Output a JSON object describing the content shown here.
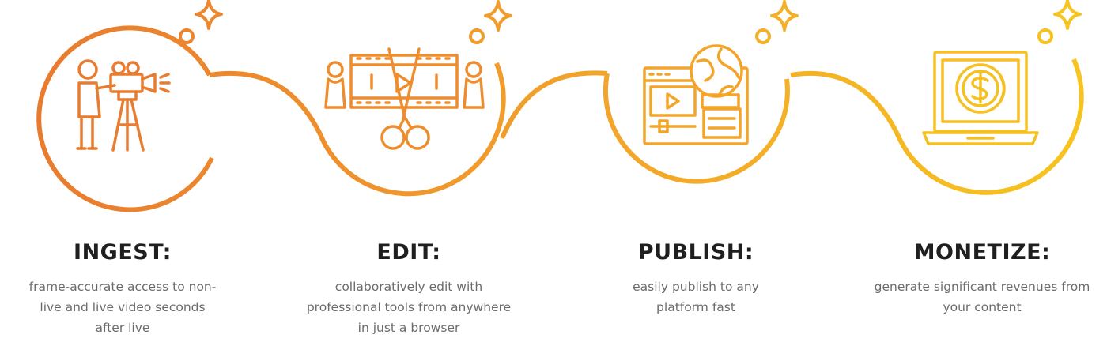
{
  "steps": [
    {
      "title": "INGEST:",
      "description": "frame-accurate access to non-live and live video seconds after live"
    },
    {
      "title": "EDIT:",
      "description": "collaboratively edit with professional tools from anywhere in just a browser"
    },
    {
      "title": "PUBLISH:",
      "description": "easily publish to any platform fast"
    },
    {
      "title": "MONETIZE:",
      "description": "generate significant revenues from your content"
    }
  ],
  "icons": [
    "camera-operator-icon",
    "film-scissors-icon",
    "web-publishing-globe-icon",
    "laptop-dollar-icon"
  ],
  "colors": {
    "gradient_start": "#e8782f",
    "gradient_mid": "#f2a52a",
    "gradient_end": "#f7c61e",
    "title_text": "#1f1f1f",
    "body_text": "#6b6b6b"
  }
}
